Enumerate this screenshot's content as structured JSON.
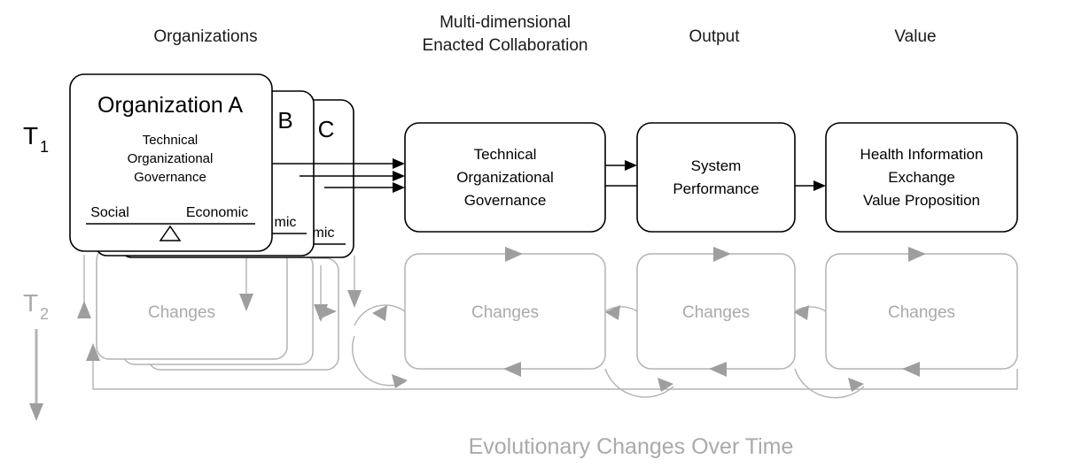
{
  "diagram": {
    "title_visible": false,
    "bottom_caption": "Evolutionary Changes Over Time",
    "colors": {
      "t1_ink": "#000000",
      "t2_ink": "#aaaaaa",
      "box_stroke_black": "#000000",
      "box_stroke_gray": "#b3b3b3",
      "arrow_gray": "#9e9e9e",
      "background": "#ffffff"
    }
  },
  "column_headers": [
    {
      "id": "organizations",
      "label": "Organizations",
      "lines": [
        "Organizations"
      ]
    },
    {
      "id": "collaboration",
      "label": "Multi-dimensional Enacted Collaboration",
      "lines": [
        "Multi-dimensional",
        "Enacted Collaboration"
      ]
    },
    {
      "id": "output",
      "label": "Output",
      "lines": [
        "Output"
      ]
    },
    {
      "id": "value",
      "label": "Value",
      "lines": [
        "Value"
      ]
    }
  ],
  "time_labels": [
    {
      "id": "t1",
      "base": "T",
      "sub": "1"
    },
    {
      "id": "t2",
      "base": "T",
      "sub": "2"
    }
  ],
  "organization_stack": {
    "front": {
      "title": "Organization A",
      "body_lines": [
        "Technical",
        "Organizational",
        "Governance"
      ],
      "scale_left": "Social",
      "scale_right": "Economic"
    },
    "behind": [
      {
        "letter": "B",
        "scale_right_fragment": "mic"
      },
      {
        "letter": "C",
        "scale_right_fragment": "mic"
      }
    ]
  },
  "process_boxes": [
    {
      "id": "tog",
      "lines": [
        "Technical",
        "Organizational",
        "Governance"
      ]
    },
    {
      "id": "system-performance",
      "lines": [
        "System",
        "Performance"
      ]
    },
    {
      "id": "hie-value",
      "lines": [
        "Health Information",
        "Exchange",
        "Value Proposition"
      ]
    }
  ],
  "change_boxes": [
    {
      "id": "changes-organizations",
      "label": "Changes"
    },
    {
      "id": "changes-collaboration",
      "label": "Changes"
    },
    {
      "id": "changes-output",
      "label": "Changes"
    },
    {
      "id": "changes-value",
      "label": "Changes"
    }
  ]
}
